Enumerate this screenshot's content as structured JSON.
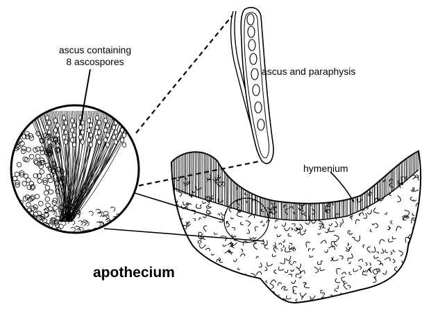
{
  "labels": {
    "ascus_line1": "ascus containing",
    "ascus_line2": "8 ascospores",
    "ascus_paraphysis": "ascus and paraphysis",
    "hymenium": "hymenium",
    "apothecium": "apothecium"
  },
  "colors": {
    "ink": "#000000",
    "paper": "#ffffff"
  }
}
